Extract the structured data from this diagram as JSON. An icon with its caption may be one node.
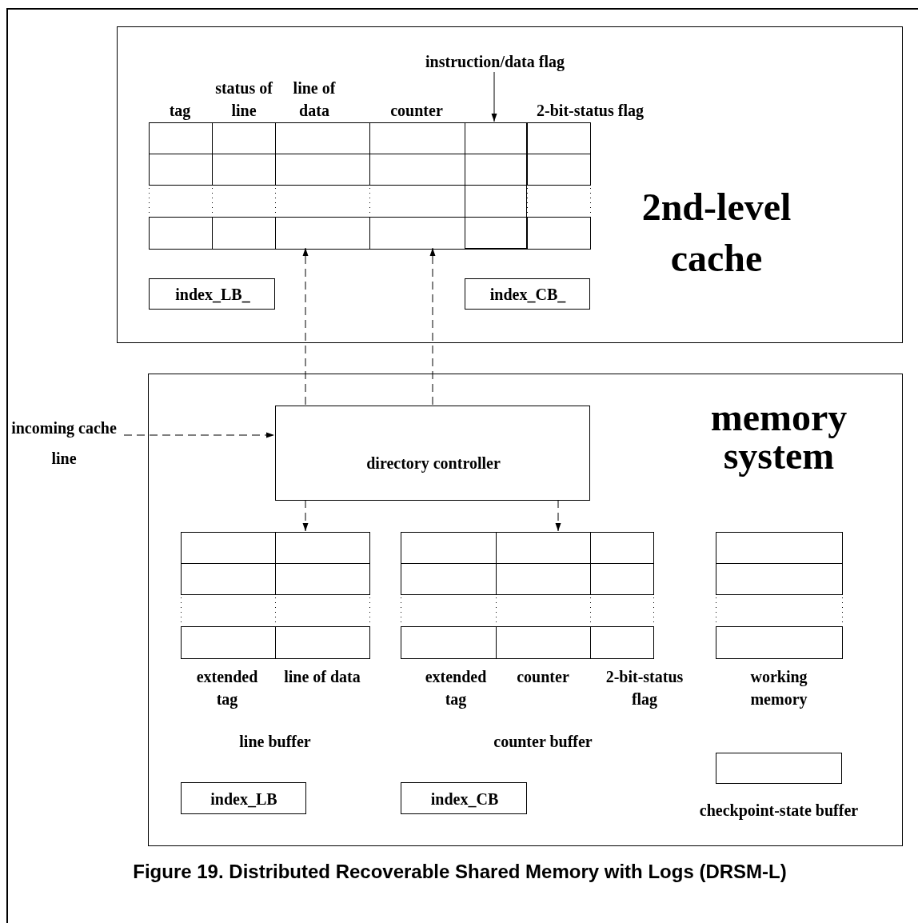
{
  "diagram": {
    "caption": "Figure 19.  Distributed Recoverable Shared Memory with Logs (DRSM-L)",
    "nodes": [
      {
        "text": [
          "2nd-level cache"
        ]
      },
      {
        "text": [
          "tag",
          "status of line",
          "line of data",
          "counter",
          "2-bit-status flag"
        ],
        "in": 0
      },
      {
        "text": [
          "instruction/data flag"
        ],
        "in": 0
      },
      {
        "text": [
          "index_LB_"
        ],
        "in": 0
      },
      {
        "text": [
          "index_CB_"
        ],
        "in": 0
      },
      {
        "text": [
          "memory system"
        ]
      },
      {
        "text": [
          "directory controller"
        ],
        "in": 5
      },
      {
        "text": [
          "extended tag",
          "line of data"
        ],
        "beside": [
          "line buffer"
        ],
        "in": 5
      },
      {
        "text": [
          "extended tag",
          "counter",
          "2-bit-status flag"
        ],
        "beside": [
          "counter buffer"
        ],
        "in": 5
      },
      {
        "text": [
          "working memory"
        ],
        "in": 5
      },
      {
        "text": [
          "checkpoint-state buffer"
        ],
        "in": 5
      },
      {
        "text": [
          "index_LB"
        ],
        "in": 5
      },
      {
        "text": [
          "index_CB"
        ],
        "in": 5
      },
      {
        "text": [
          "incoming cache line"
        ]
      },
      {
        "text": [],
        "shape": "box",
        "in": 1
      }
    ],
    "edges": [
      {
        "from": 6,
        "to": 1,
        "arrow": "to",
        "style": "dashed"
      },
      {
        "from": 6,
        "to": 7,
        "arrow": "to",
        "style": "dashed"
      },
      {
        "from": 6,
        "to": 1,
        "arrow": "to",
        "style": "dashed"
      },
      {
        "from": 6,
        "to": 8,
        "arrow": "to",
        "style": "dashed"
      },
      {
        "from": 13,
        "to": 6,
        "arrow": "to",
        "style": "dashed"
      },
      {
        "from": 2,
        "to": 14,
        "arrow": "to"
      }
    ]
  }
}
